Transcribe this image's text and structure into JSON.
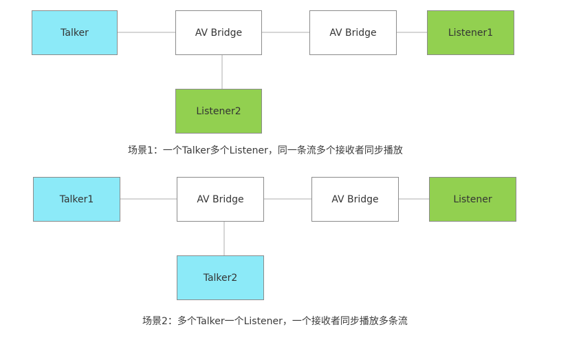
{
  "scenario1": {
    "talker": "Talker",
    "bridge_a": "AV Bridge",
    "bridge_b": "AV Bridge",
    "listener1": "Listener1",
    "listener2": "Listener2",
    "caption": "场景1：一个Talker多个Listener，同一条流多个接收者同步播放"
  },
  "scenario2": {
    "talker1": "Talker1",
    "bridge_a": "AV Bridge",
    "bridge_b": "AV Bridge",
    "listener": "Listener",
    "talker2": "Talker2",
    "caption": "场景2：多个Talker一个Listener，一个接收者同步播放多条流"
  },
  "colors": {
    "talker": "#8ceaf8",
    "bridge": "#ffffff",
    "listener": "#92d050",
    "border": "#8a8a8a",
    "connector": "#c8c8c8"
  }
}
